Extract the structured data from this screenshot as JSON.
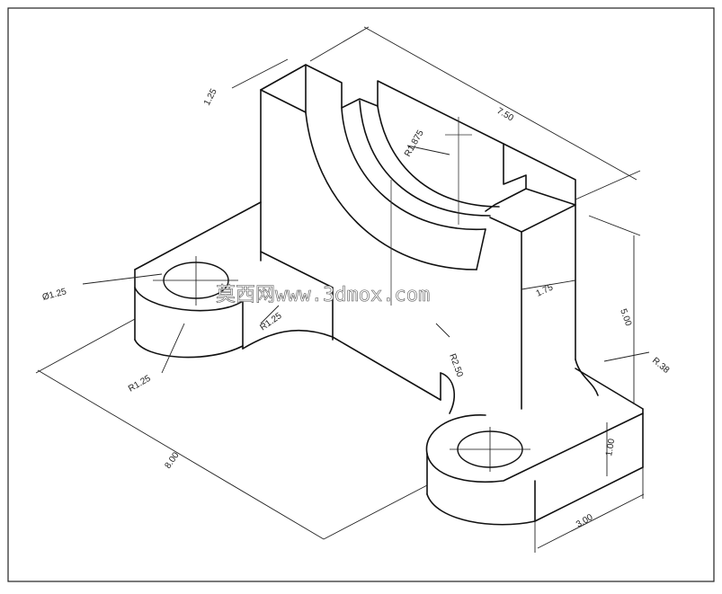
{
  "drawing": {
    "dimensions": {
      "d_top_125": "1.25",
      "d_top_750": "7.50",
      "d_r1875": "R1.875",
      "d_left_dia": "Ø1.25",
      "d_r125_inner": "R1.25",
      "d_r125_outer": "R1.25",
      "d_r250": "R2.50",
      "d_175": "1.75",
      "d_500": "5.00",
      "d_r38": "R.38",
      "d_100": "1.00",
      "d_300": "3.00",
      "d_800": "8.00"
    },
    "watermark": "莫西网www.3dmox.com"
  }
}
